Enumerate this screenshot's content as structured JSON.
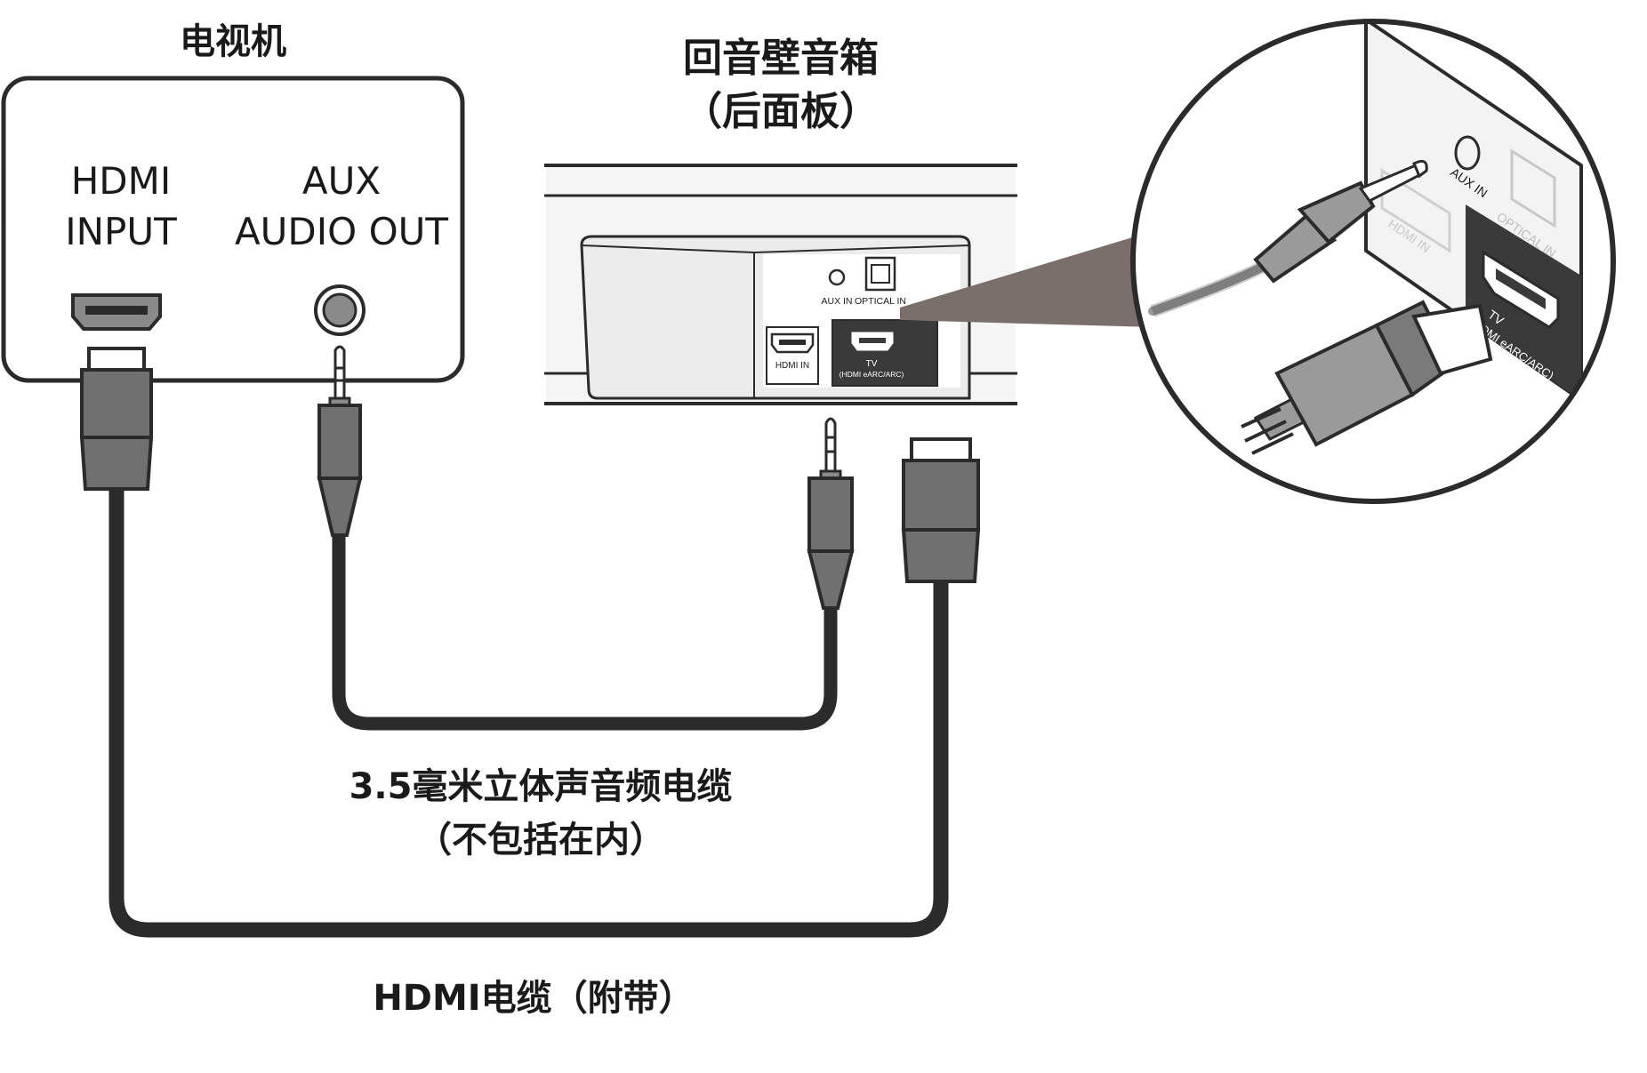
{
  "tv": {
    "title": "电视机",
    "hdmi_label_line1": "HDMI",
    "hdmi_label_line2": "INPUT",
    "aux_label_line1": "AUX",
    "aux_label_line2": "AUDIO OUT"
  },
  "soundbar": {
    "title_line1": "回音壁音箱",
    "title_line2": "（后面板）",
    "port_aux_in": "AUX IN",
    "port_optical_in": "OPTICAL IN",
    "port_hdmi_in": "HDMI IN",
    "port_tv_line1": "TV",
    "port_tv_line2": "(HDMI eARC/ARC)"
  },
  "zoom": {
    "port_aux_in": "AUX IN",
    "port_optical_in": "OPTICAL IN",
    "port_hdmi_in": "HDMI IN",
    "port_tv_line1": "TV",
    "port_tv_line2": "(HDMI eARC/ARC)"
  },
  "cables": {
    "aux_cable_line1": "3.5毫米立体声音频电缆",
    "aux_cable_line2": "（不包括在内）",
    "hdmi_cable": "HDMI电缆（附带）"
  },
  "colors": {
    "cable": "#2b2b2b",
    "plug_body": "#707070",
    "plug_light": "#9a9a9a",
    "panel_fill": "#f2f2f2",
    "port_dark": "#3a3a3a",
    "beam": "#7a6f6b"
  }
}
